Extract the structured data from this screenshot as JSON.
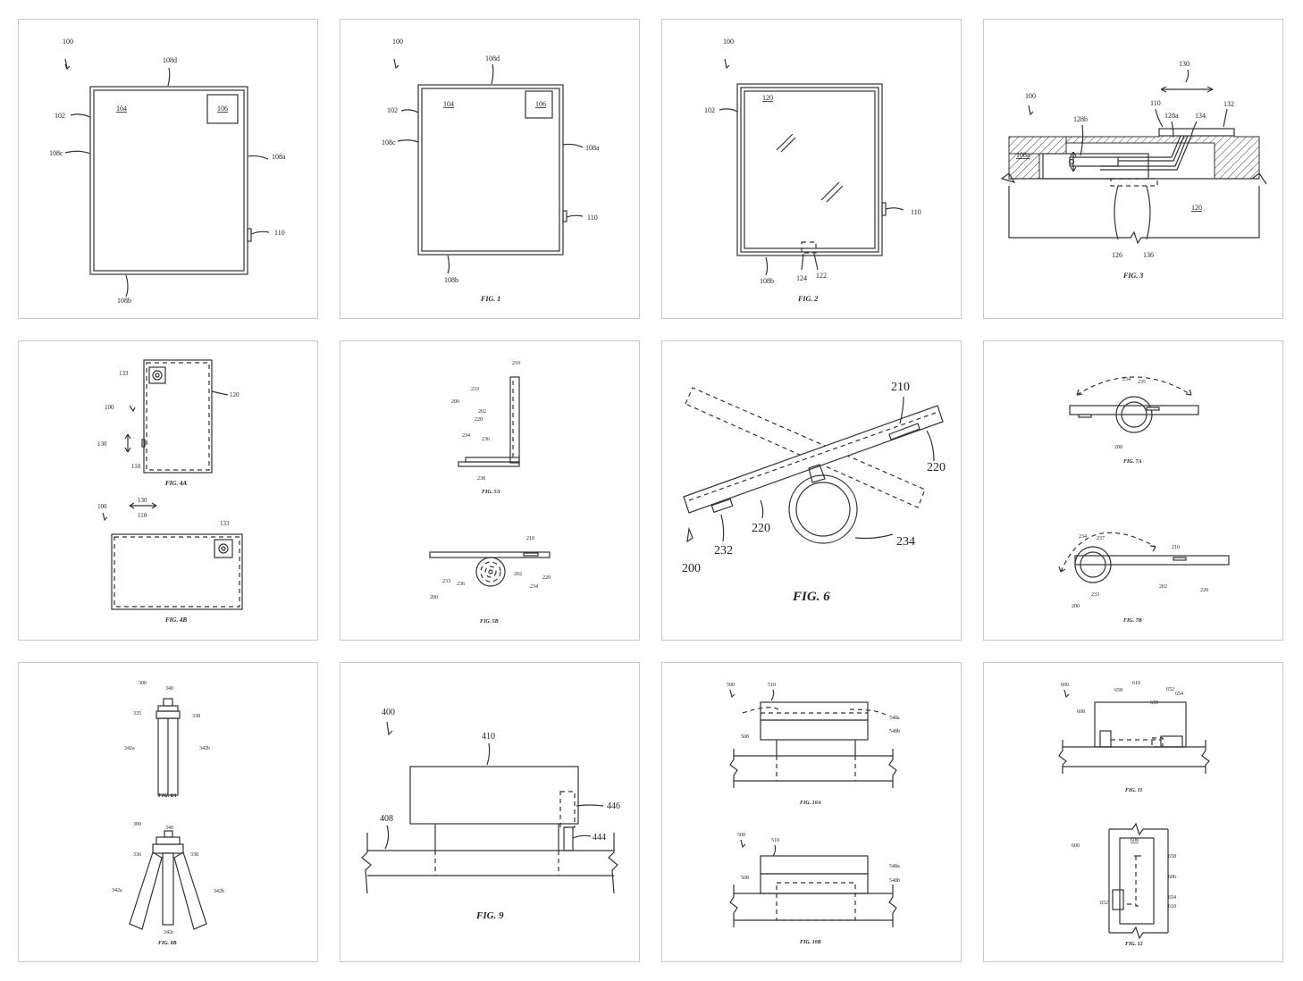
{
  "panels": [
    {
      "id": "p1",
      "labels": [
        "100",
        "108d",
        "102",
        "104",
        "106",
        "108c",
        "108a",
        "110",
        "108b"
      ]
    },
    {
      "id": "p2",
      "caption": "FIG. 1",
      "labels": [
        "100",
        "108d",
        "102",
        "104",
        "106",
        "108c",
        "108a",
        "110",
        "108b"
      ]
    },
    {
      "id": "p3",
      "caption": "FIG. 2",
      "labels": [
        "100",
        "102",
        "120",
        "110",
        "108b",
        "124",
        "122"
      ]
    },
    {
      "id": "p4",
      "caption": "FIG. 3",
      "labels": [
        "100",
        "130",
        "110",
        "132",
        "128b",
        "128a",
        "134",
        "108a",
        "120",
        "126",
        "136"
      ]
    },
    {
      "id": "p5",
      "captions": [
        "FIG. 4A",
        "FIG. 4B"
      ],
      "labels": [
        "133",
        "120",
        "100",
        "130",
        "110",
        "130",
        "110",
        "100",
        "133"
      ]
    },
    {
      "id": "p6",
      "captions": [
        "FIG. 5A",
        "FIG. 5B"
      ],
      "labels": [
        "210",
        "233",
        "200",
        "202",
        "220",
        "234",
        "236",
        "238",
        "210",
        "233",
        "202",
        "220",
        "200",
        "236",
        "234"
      ]
    },
    {
      "id": "p7",
      "caption": "FIG. 6",
      "labels": [
        "210",
        "220",
        "220",
        "232",
        "200",
        "234"
      ]
    },
    {
      "id": "p8",
      "captions": [
        "FIG. 7A",
        "FIG. 7B"
      ],
      "labels": [
        "234",
        "235",
        "200",
        "234",
        "237",
        "210",
        "233",
        "202",
        "220",
        "200"
      ]
    },
    {
      "id": "p9",
      "captions": [
        "FIG. 8A",
        "FIG. 8B"
      ],
      "labels": [
        "300",
        "340",
        "335",
        "338",
        "342a",
        "342b",
        "300",
        "340",
        "336",
        "338",
        "342a",
        "342b",
        "342c"
      ]
    },
    {
      "id": "p10",
      "caption": "FIG. 9",
      "labels": [
        "400",
        "410",
        "446",
        "408",
        "444"
      ]
    },
    {
      "id": "p11",
      "captions": [
        "FIG. 10A",
        "FIG. 10B"
      ],
      "labels": [
        "500",
        "510",
        "548a",
        "548b",
        "508",
        "500",
        "510",
        "548a",
        "548b",
        "508"
      ]
    },
    {
      "id": "p12",
      "captions": [
        "FIG. 11",
        "FIG. 12"
      ],
      "labels": [
        "600",
        "610",
        "658",
        "652",
        "654",
        "608",
        "659",
        "600",
        "608",
        "658",
        "606",
        "654",
        "652",
        "610"
      ]
    }
  ]
}
